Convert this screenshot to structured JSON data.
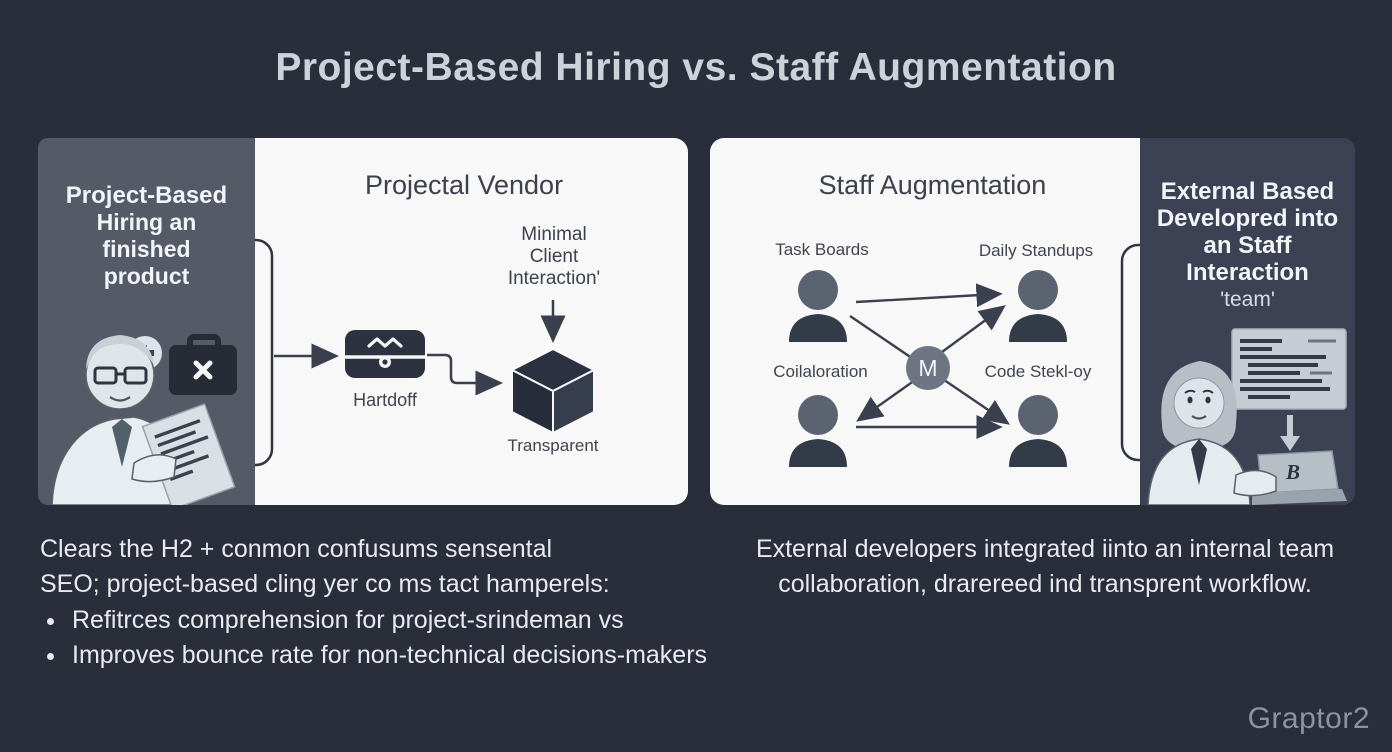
{
  "title": "Project-Based Hiring vs. Staff Augmentation",
  "colors": {
    "background": "#2a2e3a",
    "panel_light": "#f8f8f8",
    "panel_dark_left": "#545a66",
    "panel_dark_right": "#3c4254",
    "diagram_ink": "#2e3442",
    "accent_text_light": "#e8eaef"
  },
  "project_side": {
    "sidebar": {
      "line1": "Project-Based",
      "line2": "Hiring an",
      "line3": "finished",
      "line4": "product"
    },
    "diagram": {
      "heading": "Projectal Vendor",
      "annotation_line1": "Minimal",
      "annotation_line2": "Client",
      "annotation_line3": "Interaction'",
      "handoff_label": "Hartdoff",
      "cube_label": "Transparent"
    }
  },
  "staff_side": {
    "diagram": {
      "heading": "Staff Augmentation",
      "label_top_left": "Task Boards",
      "label_top_right": "Daily Standups",
      "label_mid_left": "Coilaloration",
      "label_mid_right": "Code Stekl-oy",
      "center_letter": "M"
    },
    "sidebar": {
      "line1": "External Based",
      "line2": "Developred into",
      "line3": "an Staff",
      "line4": "Interaction",
      "line5": "'team'",
      "laptop_glyph": "B"
    }
  },
  "footer": {
    "left": {
      "line1": "Clears the H2 + conmon confusums sensental",
      "line2": "SEO; project-based cling yer co ms tact hamperels:",
      "bullet1": "Refitrces comprehension for project-srindeman vs",
      "bullet2": "Improves bounce rate for non-technical decisions-makers"
    },
    "right": {
      "line1": "External developers integrated iinto an internal team",
      "line2": "collaboration, drarereed ind transprent workflow."
    }
  },
  "watermark": "Graptor2"
}
